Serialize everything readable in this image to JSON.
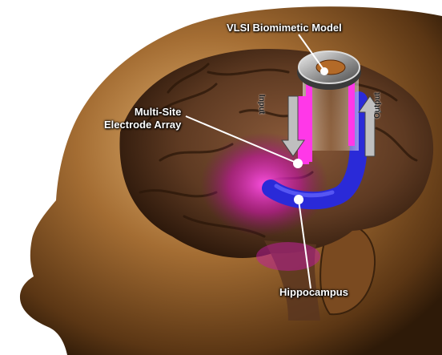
{
  "labels": {
    "model": "VLSI Biomimetic Model",
    "array_line1": "Multi-Site",
    "array_line2": "Electrode Array",
    "hippocampus": "Hippocampus",
    "input": "Input",
    "output": "Output"
  },
  "colors": {
    "background": "#ffffff",
    "skin": "#9a6a32",
    "skin_highlight": "#e0b070",
    "brain": "#6a4126",
    "implant_pink": "#ff38e8",
    "hippocampus_blue": "#2a2ad8",
    "glow_magenta": "#d01ab0"
  }
}
